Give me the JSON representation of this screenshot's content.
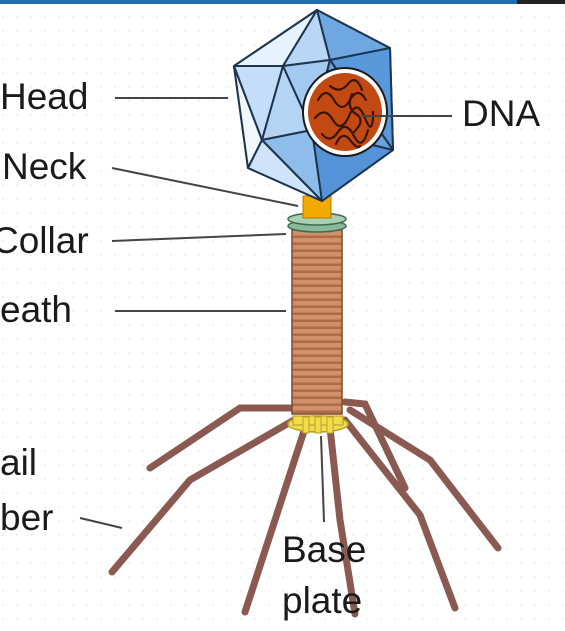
{
  "diagram": {
    "labels": {
      "head": "Head",
      "dna": "DNA",
      "neck": "Neck",
      "collar": "Collar",
      "sheath": "eath",
      "tail_fiber_line1": "ail",
      "tail_fiber_line2": "ber",
      "base_plate_line1": "Base",
      "base_plate_line2": "plate"
    },
    "colors": {
      "capsid_light": "#d6e9fb",
      "capsid_dark": "#4f93d8",
      "dna": "#c24a12",
      "neck": "#f2a900",
      "collar": "#7fa889",
      "sheath": "#c98457",
      "fibers": "#8a5a52",
      "base_plate": "#f1dc4a"
    }
  }
}
